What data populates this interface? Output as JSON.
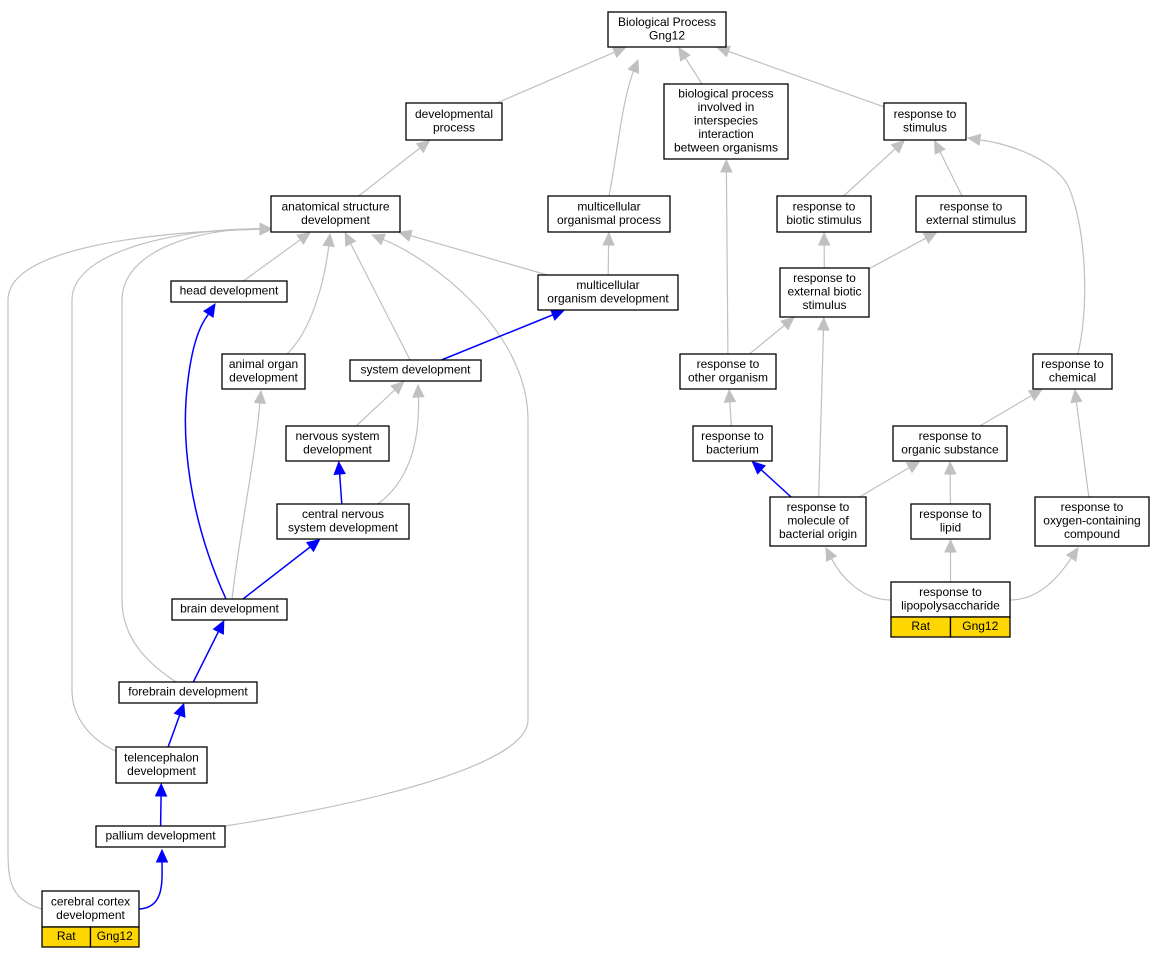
{
  "colors": {
    "node_border": "#000000",
    "tag_fill": "#ffd700",
    "edge_default": "#c0c0c0",
    "edge_highlight": "#0000ff"
  },
  "nodes": [
    {
      "id": "bp",
      "label": [
        "Biological Process",
        "Gng12"
      ]
    },
    {
      "id": "dev",
      "label": [
        "developmental",
        "process"
      ]
    },
    {
      "id": "bpinter",
      "label": [
        "biological process",
        "involved in",
        "interspecies",
        "interaction",
        "between organisms"
      ]
    },
    {
      "id": "resp_stim",
      "label": [
        "response to",
        "stimulus"
      ]
    },
    {
      "id": "anat",
      "label": [
        "anatomical structure",
        "development"
      ]
    },
    {
      "id": "multi_proc",
      "label": [
        "multicellular",
        "organismal process"
      ]
    },
    {
      "id": "resp_biotic",
      "label": [
        "response to",
        "biotic stimulus"
      ]
    },
    {
      "id": "resp_ext",
      "label": [
        "response to",
        "external stimulus"
      ]
    },
    {
      "id": "head",
      "label": [
        "head development"
      ]
    },
    {
      "id": "multi_dev",
      "label": [
        "multicellular",
        "organism development"
      ]
    },
    {
      "id": "resp_ext_biotic",
      "label": [
        "response to",
        "external biotic",
        "stimulus"
      ]
    },
    {
      "id": "organ",
      "label": [
        "animal organ",
        "development"
      ]
    },
    {
      "id": "sys",
      "label": [
        "system development"
      ]
    },
    {
      "id": "resp_other",
      "label": [
        "response to",
        "other organism"
      ]
    },
    {
      "id": "resp_chem",
      "label": [
        "response to",
        "chemical"
      ]
    },
    {
      "id": "nerv",
      "label": [
        "nervous system",
        "development"
      ]
    },
    {
      "id": "resp_bact",
      "label": [
        "response to",
        "bacterium"
      ]
    },
    {
      "id": "resp_org",
      "label": [
        "response to",
        "organic substance"
      ]
    },
    {
      "id": "cns",
      "label": [
        "central nervous",
        "system development"
      ]
    },
    {
      "id": "resp_mol",
      "label": [
        "response to",
        "molecule of",
        "bacterial origin"
      ]
    },
    {
      "id": "resp_lipid",
      "label": [
        "response to",
        "lipid"
      ]
    },
    {
      "id": "resp_oxy",
      "label": [
        "response to",
        "oxygen-containing",
        "compound"
      ]
    },
    {
      "id": "brain",
      "label": [
        "brain development"
      ]
    },
    {
      "id": "lps",
      "label": [
        "response to",
        "lipopolysaccharide"
      ],
      "tags": [
        "Rat",
        "Gng12"
      ]
    },
    {
      "id": "fore",
      "label": [
        "forebrain development"
      ]
    },
    {
      "id": "tele",
      "label": [
        "telencephalon",
        "development"
      ]
    },
    {
      "id": "pall",
      "label": [
        "pallium development"
      ]
    },
    {
      "id": "cortex",
      "label": [
        "cerebral cortex",
        "development"
      ],
      "tags": [
        "Rat",
        "Gng12"
      ]
    }
  ],
  "edges": [
    {
      "from": "dev",
      "to": "bp",
      "kind": "default"
    },
    {
      "from": "bpinter",
      "to": "bp",
      "kind": "default"
    },
    {
      "from": "resp_stim",
      "to": "bp",
      "kind": "default"
    },
    {
      "from": "multi_proc",
      "to": "bp",
      "kind": "default"
    },
    {
      "from": "anat",
      "to": "dev",
      "kind": "default"
    },
    {
      "from": "multi_dev",
      "to": "multi_proc",
      "kind": "default"
    },
    {
      "from": "head",
      "to": "anat",
      "kind": "default"
    },
    {
      "from": "organ",
      "to": "anat",
      "kind": "default"
    },
    {
      "from": "sys",
      "to": "anat",
      "kind": "default"
    },
    {
      "from": "multi_dev",
      "to": "anat",
      "kind": "default"
    },
    {
      "from": "pall",
      "to": "anat",
      "kind": "default"
    },
    {
      "from": "fore",
      "to": "anat",
      "kind": "default"
    },
    {
      "from": "tele",
      "to": "anat",
      "kind": "default"
    },
    {
      "from": "cortex",
      "to": "anat",
      "kind": "default"
    },
    {
      "from": "sys",
      "to": "multi_dev",
      "kind": "highlight"
    },
    {
      "from": "brain",
      "to": "head",
      "kind": "highlight"
    },
    {
      "from": "brain",
      "to": "organ",
      "kind": "default"
    },
    {
      "from": "nerv",
      "to": "sys",
      "kind": "default"
    },
    {
      "from": "cns",
      "to": "sys",
      "kind": "default"
    },
    {
      "from": "cns",
      "to": "nerv",
      "kind": "highlight"
    },
    {
      "from": "brain",
      "to": "cns",
      "kind": "highlight"
    },
    {
      "from": "fore",
      "to": "brain",
      "kind": "highlight"
    },
    {
      "from": "tele",
      "to": "fore",
      "kind": "highlight"
    },
    {
      "from": "pall",
      "to": "tele",
      "kind": "highlight"
    },
    {
      "from": "cortex",
      "to": "pall",
      "kind": "highlight"
    },
    {
      "from": "resp_other",
      "to": "bpinter",
      "kind": "default"
    },
    {
      "from": "resp_biotic",
      "to": "resp_stim",
      "kind": "default"
    },
    {
      "from": "resp_ext",
      "to": "resp_stim",
      "kind": "default"
    },
    {
      "from": "resp_chem",
      "to": "resp_stim",
      "kind": "default"
    },
    {
      "from": "resp_ext_biotic",
      "to": "resp_biotic",
      "kind": "default"
    },
    {
      "from": "resp_ext_biotic",
      "to": "resp_ext",
      "kind": "default"
    },
    {
      "from": "resp_other",
      "to": "resp_ext_biotic",
      "kind": "default"
    },
    {
      "from": "resp_mol",
      "to": "resp_ext_biotic",
      "kind": "default"
    },
    {
      "from": "resp_bact",
      "to": "resp_other",
      "kind": "default"
    },
    {
      "from": "resp_mol",
      "to": "resp_bact",
      "kind": "highlight"
    },
    {
      "from": "resp_org",
      "to": "resp_chem",
      "kind": "default"
    },
    {
      "from": "resp_oxy",
      "to": "resp_chem",
      "kind": "default"
    },
    {
      "from": "resp_mol",
      "to": "resp_org",
      "kind": "default"
    },
    {
      "from": "resp_lipid",
      "to": "resp_org",
      "kind": "default"
    },
    {
      "from": "lps",
      "to": "resp_mol",
      "kind": "default"
    },
    {
      "from": "lps",
      "to": "resp_lipid",
      "kind": "default"
    },
    {
      "from": "lps",
      "to": "resp_oxy",
      "kind": "default"
    }
  ]
}
